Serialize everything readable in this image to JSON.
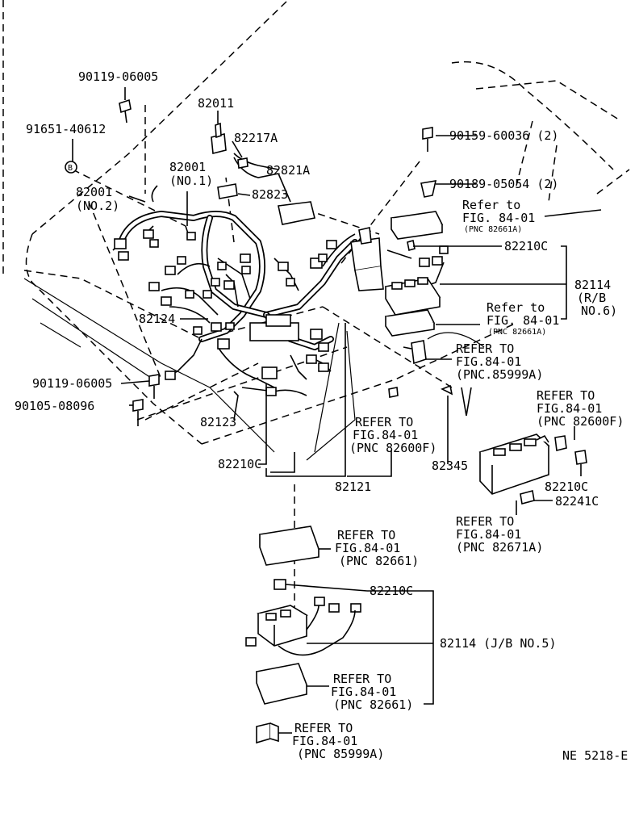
{
  "diagram_id": "NE 5218-E",
  "labels": {
    "p90119_06005_top": "90119-06005",
    "p82011": "82011",
    "p91651_40612": "91651-40612",
    "p82217a": "82217A",
    "p90159_60036": "90159-60036 (2)",
    "p82001_no1_a": "82001",
    "p82001_no1_b": "(NO.1)",
    "p82821a": "82821A",
    "p90189_05054": "90189-05054 (2)",
    "p82001_no2_a": "82001",
    "p82001_no2_b": "(NO.2)",
    "p82823": "82823",
    "ref1_a": "Refer to",
    "ref1_b": "FIG. 84-01",
    "ref1_c": "(PNC 82661A)",
    "p82210c_1": "82210C",
    "p82114_rb_a": "82114",
    "p82114_rb_b": "(R/B",
    "p82114_rb_c": "NO.6)",
    "ref2_a": "Refer to",
    "ref2_b": "FIG. 84-01",
    "ref2_c": "(PNC 82661A)",
    "p82124": "82124",
    "ref3_a": "REFER TO",
    "ref3_b": "FIG.84-01",
    "ref3_c": "(PNC.85999A)",
    "p90119_06005_mid": "90119-06005",
    "ref4_a": "REFER TO",
    "ref4_b": "FIG.84-01",
    "ref4_c": "(PNC 82600F)",
    "p90105_08096": "90105-08096",
    "p82123": "82123",
    "ref5_a": "REFER TO",
    "ref5_b": "FIG.84-01",
    "ref5_c": "(PNC 82600F)",
    "p82210c_2": "82210C",
    "p82345": "82345",
    "p82121": "82121",
    "p82210c_3": "82210C",
    "p82241c": "82241C",
    "ref6_a": "REFER TO",
    "ref6_b": "FIG.84-01",
    "ref6_c": "(PNC 82671A)",
    "ref7_a": "REFER TO",
    "ref7_b": "FIG.84-01",
    "ref7_c": "(PNC 82661)",
    "p82210c_4": "82210C",
    "p82114_jb": "82114 (J/B NO.5)",
    "ref8_a": "REFER TO",
    "ref8_b": "FIG.84-01",
    "ref8_c": "(PNC 82661)",
    "ref9_a": "REFER TO",
    "ref9_b": "FIG.84-01",
    "ref9_c": "(PNC 85999A)",
    "circle_b": "B"
  }
}
